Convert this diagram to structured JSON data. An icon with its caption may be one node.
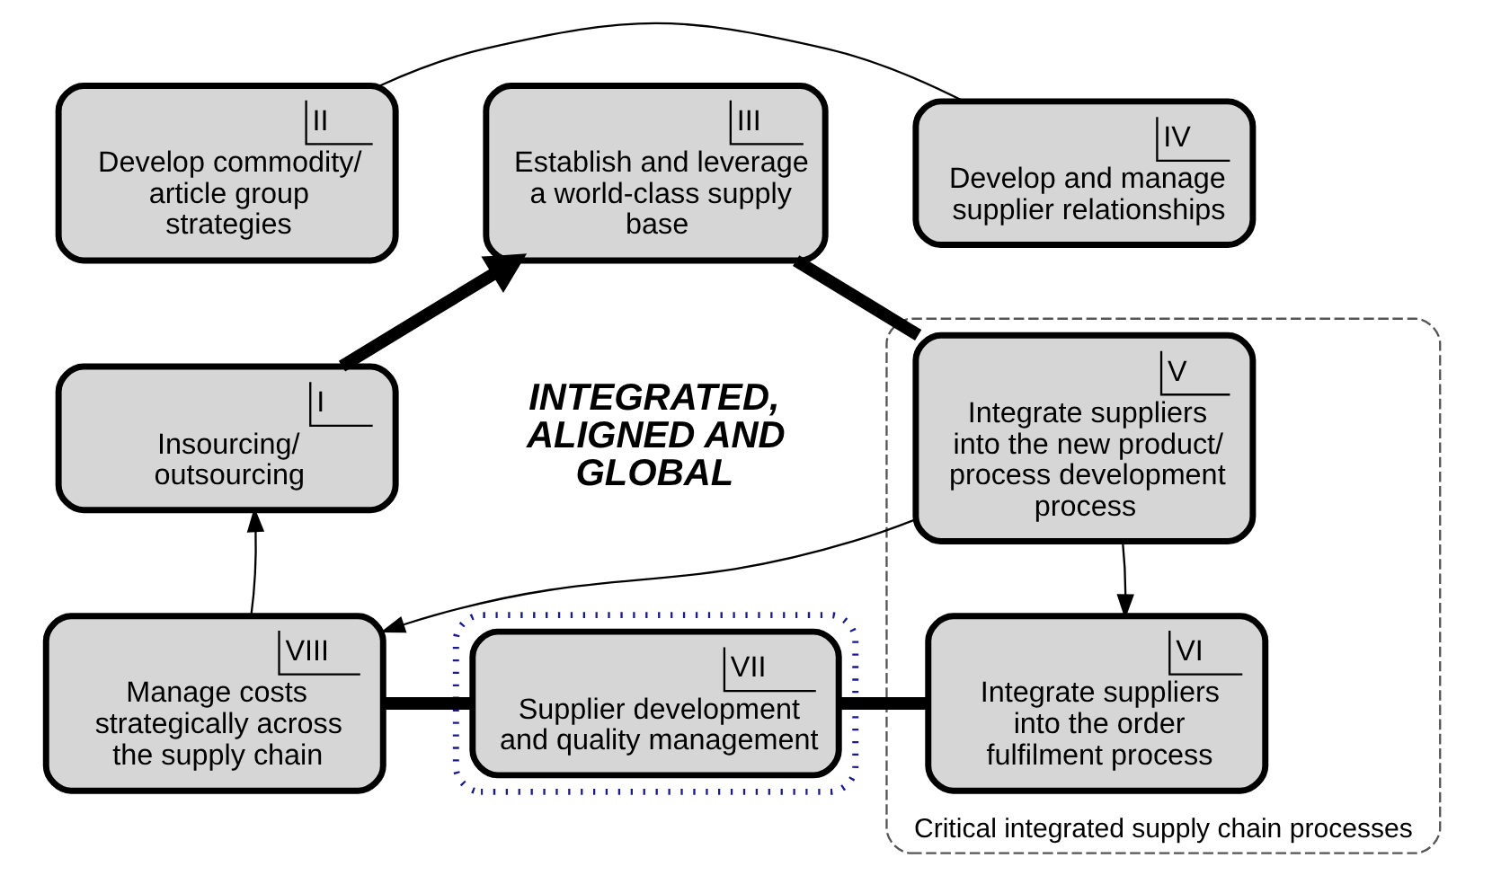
{
  "diagram": {
    "nodes": [
      {
        "text": [
          "III",
          "Establish and leverage a world-class supply base"
        ]
      },
      {
        "text": [
          "II",
          "Develop commodity/ article group strategies"
        ]
      },
      {
        "text": [
          "IV",
          "Develop and manage supplier relationships"
        ]
      },
      {
        "text": [
          "I",
          "Insourcing/ outsourcing"
        ]
      },
      {
        "text": [
          "Critical integrated supply chain processes"
        ]
      },
      {
        "text": [
          "V",
          "Integrate suppliers into the new product/ process development process"
        ],
        "in": 4
      },
      {
        "text": [
          "VI",
          "Integrate suppliers into the order fulfilment process"
        ],
        "in": 4
      },
      {
        "text": [
          "VIII",
          "Manage costs strategically across the supply chain"
        ]
      },
      {
        "text": [],
        "shape": "ellipse"
      },
      {
        "text": [
          "VII",
          "Supplier development and quality management"
        ],
        "in": 8
      }
    ],
    "edges": [
      {
        "from": 3,
        "to": 0,
        "arrow": "to",
        "style": "thick"
      },
      {
        "from": 0,
        "to": 5,
        "arrow": "none",
        "style": "thick"
      },
      {
        "from": 5,
        "to": 6,
        "arrow": "to"
      },
      {
        "from": 6,
        "to": 9,
        "arrow": "none",
        "style": "thick"
      },
      {
        "from": 9,
        "to": 7,
        "arrow": "none",
        "style": "thick"
      },
      {
        "from": 7,
        "to": 3,
        "arrow": "to"
      },
      {
        "from": 1,
        "to": 2,
        "arrow": "none"
      },
      {
        "from": 5,
        "to": 7,
        "arrow": "to"
      }
    ],
    "labels": [
      "INTEGRATED, ALIGNED AND GLOBAL"
    ]
  }
}
